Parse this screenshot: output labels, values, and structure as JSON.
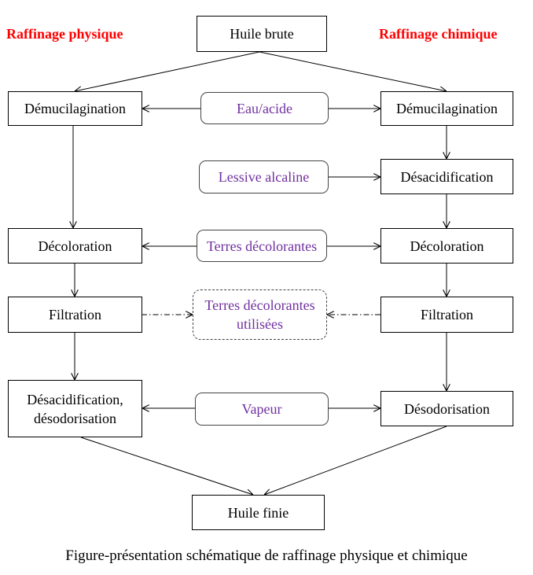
{
  "headings": {
    "left": "Raffinage physique",
    "right": "Raffinage chimique"
  },
  "top": "Huile brute",
  "bottom": "Huile finie",
  "physique": {
    "demucilagination": "Démucilagination",
    "decoloration": "Décoloration",
    "filtration": "Filtration",
    "desacid_line1": "Désacidification,",
    "desacid_line2": "désodorisation"
  },
  "chimique": {
    "demucilagination": "Démucilagination",
    "desacidification": "Désacidification",
    "decoloration": "Décoloration",
    "filtration": "Filtration",
    "desodorisation": "Désodorisation"
  },
  "inputs": {
    "eau_acide": "Eau/acide",
    "lessive": "Lessive alcaline",
    "terres": "Terres décolorantes",
    "terres_utilisees_line1": "Terres décolorantes",
    "terres_utilisees_line2": "utilisées",
    "vapeur": "Vapeur"
  },
  "caption": "Figure-présentation schématique de raffinage physique et chimique",
  "colors": {
    "heading": "#ff0000",
    "input_text": "#7030a0"
  }
}
